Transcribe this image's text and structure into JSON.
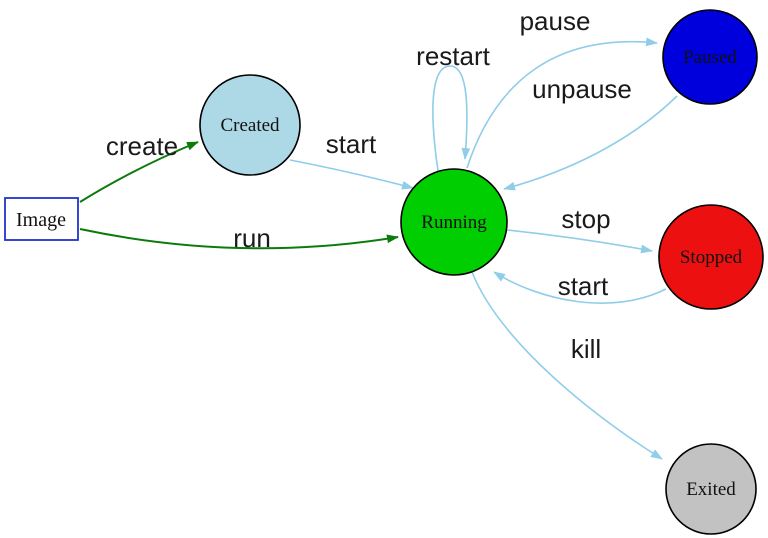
{
  "diagram": {
    "name": "container-lifecycle-state-diagram"
  },
  "colors": {
    "background": "#ffffff",
    "edge_blue": "#8FCDE9",
    "edge_green": "#0B7B0B",
    "node_created_fill": "#ADD8E6",
    "node_running_fill": "#00CE00",
    "node_paused_fill": "#0000DD",
    "node_stopped_fill": "#EC1010",
    "node_exited_fill": "#C2C2C2",
    "image_box_border": "#2233CC",
    "label_text": "#111111"
  },
  "nodes": {
    "image": {
      "label": "Image"
    },
    "created": {
      "label": "Created"
    },
    "running": {
      "label": "Running"
    },
    "paused": {
      "label": "Paused"
    },
    "stopped": {
      "label": "Stopped"
    },
    "exited": {
      "label": "Exited"
    }
  },
  "edges": {
    "create": {
      "label": "create",
      "from": "Image",
      "to": "Created"
    },
    "run": {
      "label": "run",
      "from": "Image",
      "to": "Running"
    },
    "start_created": {
      "label": "start",
      "from": "Created",
      "to": "Running"
    },
    "restart": {
      "label": "restart",
      "from": "Running",
      "to": "Running"
    },
    "pause": {
      "label": "pause",
      "from": "Running",
      "to": "Paused"
    },
    "unpause": {
      "label": "unpause",
      "from": "Paused",
      "to": "Running"
    },
    "stop": {
      "label": "stop",
      "from": "Running",
      "to": "Stopped"
    },
    "start_stopped": {
      "label": "start",
      "from": "Stopped",
      "to": "Running"
    },
    "kill": {
      "label": "kill",
      "from": "Running",
      "to": "Exited"
    }
  }
}
